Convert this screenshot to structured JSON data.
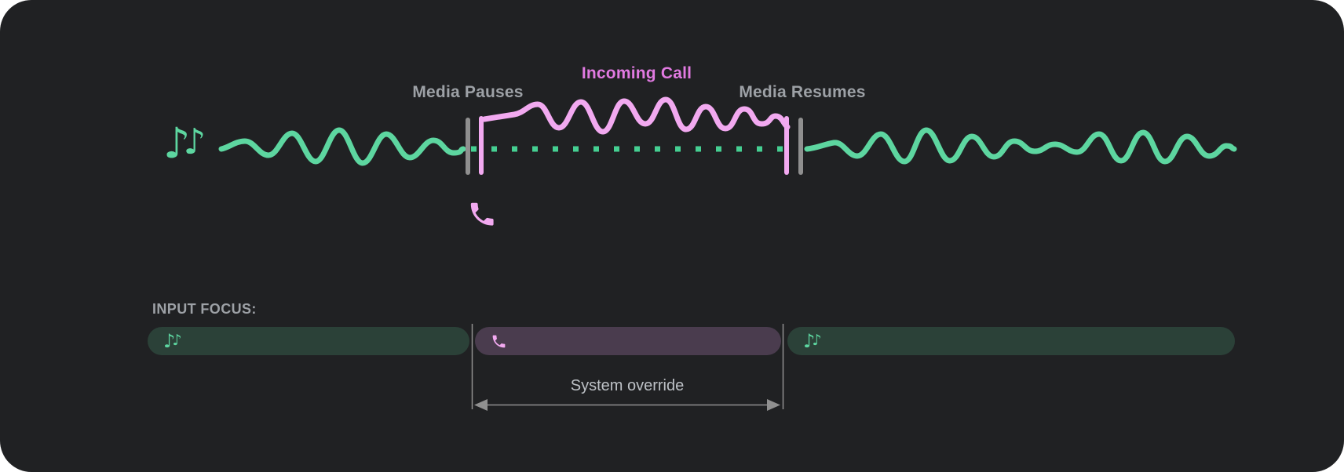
{
  "colors": {
    "page_bg": "#ffffff",
    "card_bg": "#202123",
    "media_green": "#5dd6a0",
    "dot_green": "#45cf92",
    "call_pink": "#f2a9f0",
    "incoming_call_text": "#e17ae1",
    "label_gray": "#9da1a6",
    "marker_gray": "#8f8f8f",
    "guide_gray": "#909090",
    "annotation_gray": "#bdc1c6",
    "pill_media_bg": "#2b4138",
    "pill_call_bg": "#4a3c4e"
  },
  "icons": {
    "note_glyph": "♪",
    "media_icon": "music-notes-icon",
    "call_icon": "phone-icon"
  },
  "timeline": {
    "media_pauses_label": "Media Pauses",
    "incoming_call_label": "Incoming Call",
    "media_resumes_label": "Media Resumes"
  },
  "input_focus": {
    "heading": "INPUT FOCUS:",
    "annotation": "System override",
    "segments": [
      {
        "name": "media-before-call",
        "icon": "music-notes-icon"
      },
      {
        "name": "incoming-call",
        "icon": "phone-icon"
      },
      {
        "name": "media-after-call",
        "icon": "music-notes-icon"
      }
    ]
  }
}
